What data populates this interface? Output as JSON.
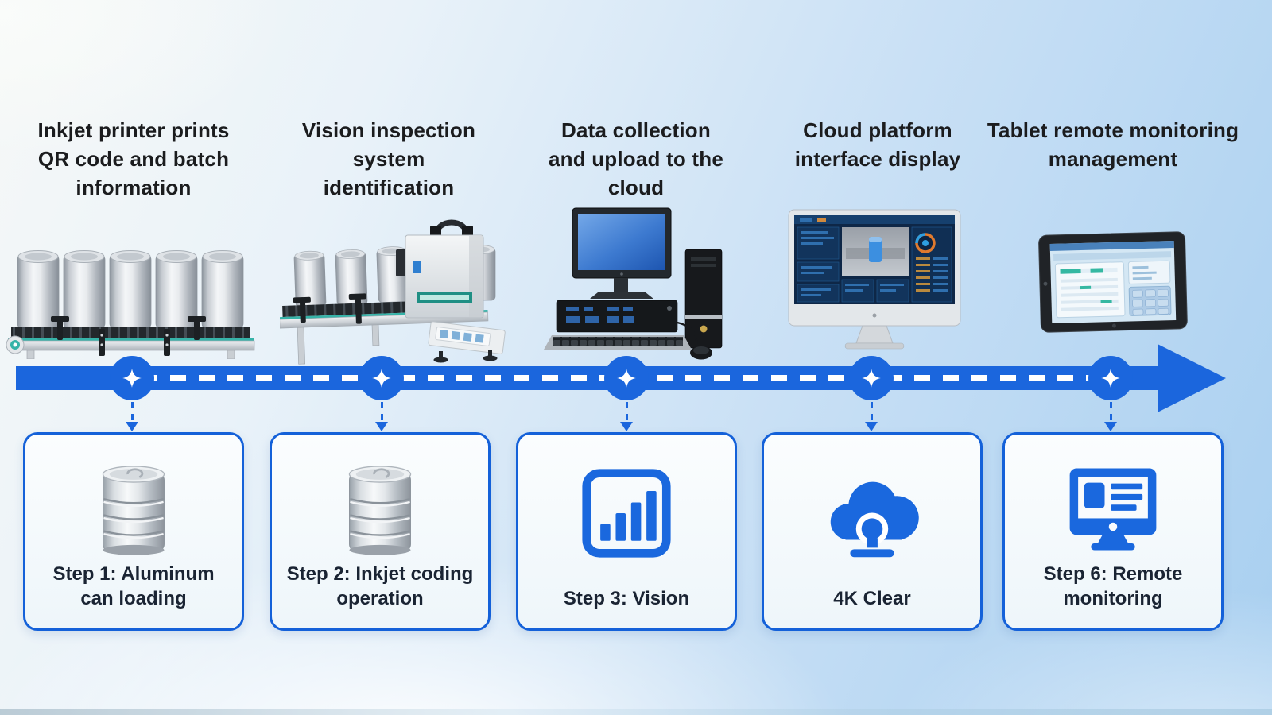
{
  "colors": {
    "timeline_blue": "#1b66dd",
    "card_border_blue": "#1461d9",
    "icon_blue": "#1a68de",
    "heading_text": "#1b1c1e",
    "card_text": "#1a2433",
    "teal_accent": "#36b3a8"
  },
  "timeline": {
    "direction": "left-to-right",
    "node_count": 5,
    "node_icon": "sparkle-star-icon"
  },
  "stages": [
    {
      "title": "Inkjet printer prints QR code and batch information",
      "illustration": "aluminum-cans-on-conveyor",
      "card_icon": "aluminum-can-icon",
      "card_label": "Step 1: Aluminum can loading"
    },
    {
      "title": "Vision inspection system identification",
      "illustration": "vision-inspection-machine",
      "card_icon": "aluminum-can-icon",
      "card_label": "Step 2: Inkjet coding operation"
    },
    {
      "title": "Data collection and upload to the cloud",
      "illustration": "desktop-computer",
      "card_icon": "bar-chart-icon",
      "card_label": "Step 3: Vision"
    },
    {
      "title": "Cloud platform interface display",
      "illustration": "cloud-dashboard-monitor",
      "card_icon": "cloud-icon",
      "card_label": "4K Clear"
    },
    {
      "title": "Tablet remote monitoring management",
      "illustration": "tablet-device",
      "card_icon": "monitor-icon",
      "card_label": "Step 6: Remote monitoring"
    }
  ]
}
